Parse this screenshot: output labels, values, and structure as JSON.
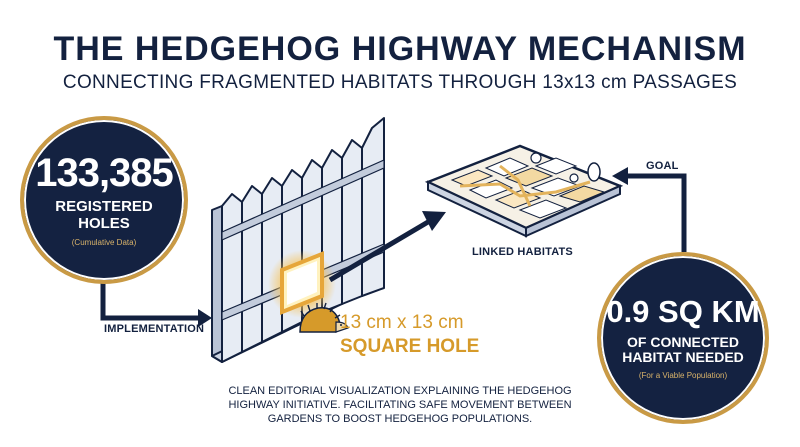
{
  "header": {
    "title": "THE HEDGEHOG HIGHWAY MECHANISM",
    "subtitle": "CONNECTING FRAGMENTED HABITATS THROUGH 13x13 cm PASSAGES"
  },
  "left_stat": {
    "value": "133,385",
    "label_line1": "REGISTERED",
    "label_line2": "HOLES",
    "note": "(Cumulative Data)"
  },
  "right_stat": {
    "value": "0.9 SQ KM",
    "label_line1": "OF CONNECTED",
    "label_line2": "HABITAT NEEDED",
    "note": "(For a Viable Population)"
  },
  "labels": {
    "implementation": "IMPLEMENTATION",
    "linked_habitats": "LINKED HABITATS",
    "goal": "GOAL"
  },
  "hole": {
    "line1": "13 cm x 13 cm",
    "line2": "SQUARE HOLE"
  },
  "caption": {
    "line1": "CLEAN EDITORIAL VISUALIZATION EXPLAINING THE HEDGEHOG",
    "line2": "HIGHWAY INITIATIVE. FACILITATING SAFE MOVEMENT BETWEEN",
    "line3": "GARDENS TO BOOST HEDGEHOG POPULATIONS."
  },
  "colors": {
    "navy": "#13213f",
    "gold": "#c99a45",
    "orange": "#d69a2a"
  }
}
